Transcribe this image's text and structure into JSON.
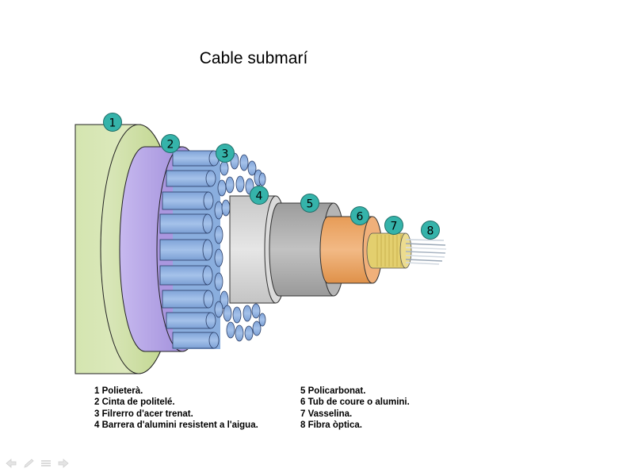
{
  "title": "Cable submarí",
  "layers": [
    {
      "num": "1",
      "label": "1 Polieterà."
    },
    {
      "num": "2",
      "label": "2 Cinta de politelé."
    },
    {
      "num": "3",
      "label": "3 Filrerro d'acer trenat."
    },
    {
      "num": "4",
      "label": "4 Barrera d'alumini resistent a l'aigua."
    },
    {
      "num": "5",
      "label": "5 Policarbonat."
    },
    {
      "num": "6",
      "label": "6 Tub de coure o alumini."
    },
    {
      "num": "7",
      "label": "7 Vasselina."
    },
    {
      "num": "8",
      "label": "8 Fibra òptica."
    }
  ],
  "colors": {
    "polyethylene": "#c9dd9a",
    "mylar_tape": "#b6a6e6",
    "steel_wires": "#8fb1e0",
    "aluminium_barrier": "#d3d3d3",
    "polycarbonate": "#aaaaaa",
    "copper_tube": "#eda96a",
    "petroleum_jelly": "#e8d67a",
    "optical_fiber": "#dfe6ee",
    "badge": "#35b3aa"
  },
  "nav_icons": [
    "prev-arrow-icon",
    "pen-icon",
    "menu-icon",
    "next-arrow-icon"
  ]
}
